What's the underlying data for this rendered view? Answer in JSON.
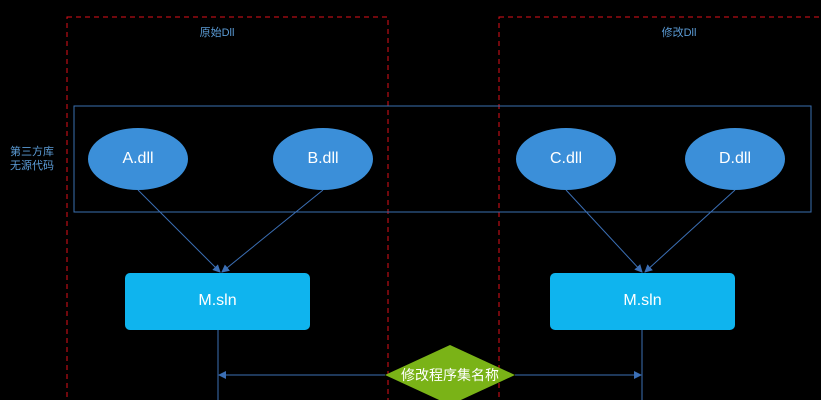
{
  "groups": {
    "left_title": "原始Dll",
    "right_title": "修改Dll"
  },
  "side_label": {
    "line1": "第三方库",
    "line2": "无源代码"
  },
  "dlls": [
    "A.dll",
    "B.dll",
    "C.dll",
    "D.dll"
  ],
  "solutions": {
    "left": "M.sln",
    "right": "M.sln"
  },
  "decision": "修改程序集名称",
  "colors": {
    "background": "#000000",
    "dashed_border": "#e0101a",
    "blue_border": "#3a6fb0",
    "ellipse_fill": "#3b8fd9",
    "sln_fill": "#0fb4ee",
    "diamond_fill": "#7ab317",
    "connector": "#3b6fb5"
  }
}
